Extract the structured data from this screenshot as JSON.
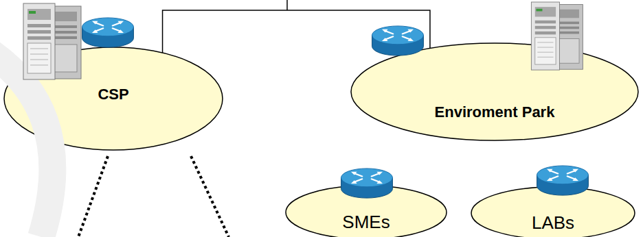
{
  "diagram": {
    "nodes": [
      {
        "text": [
          "CSP"
        ]
      },
      {
        "text": [
          "Enviroment Park"
        ]
      },
      {
        "text": [
          "SMEs"
        ]
      },
      {
        "text": [
          "LABs"
        ]
      }
    ],
    "edges": [
      {
        "from": 0,
        "to": 1,
        "arrow": "none"
      }
    ]
  }
}
